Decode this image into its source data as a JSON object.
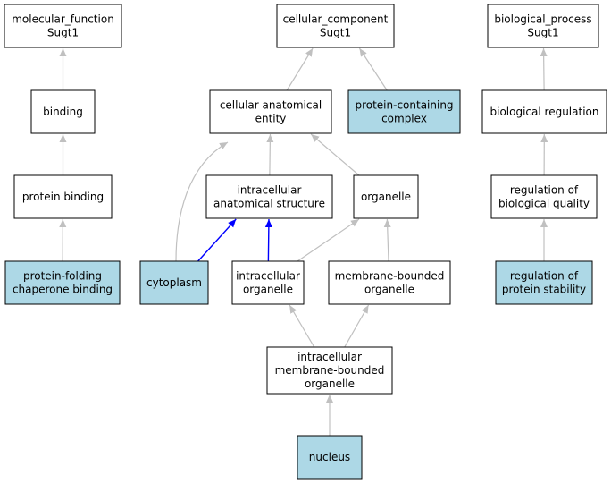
{
  "colors": {
    "highlight": "#add8e6",
    "plain": "#ffffff",
    "edge_gray": "#c0c0c0",
    "edge_blue": "#0000ff"
  },
  "nodes": [
    {
      "id": "mf_root",
      "lines": [
        "molecular_function",
        "Sugt1"
      ],
      "highlight": false
    },
    {
      "id": "cc_root",
      "lines": [
        "cellular_component",
        "Sugt1"
      ],
      "highlight": false
    },
    {
      "id": "bp_root",
      "lines": [
        "biological_process",
        "Sugt1"
      ],
      "highlight": false
    },
    {
      "id": "binding",
      "lines": [
        "binding"
      ],
      "highlight": false
    },
    {
      "id": "cae",
      "lines": [
        "cellular anatomical",
        "entity"
      ],
      "highlight": false
    },
    {
      "id": "pcc",
      "lines": [
        "protein-containing",
        "complex"
      ],
      "highlight": true
    },
    {
      "id": "bioreg",
      "lines": [
        "biological regulation"
      ],
      "highlight": false
    },
    {
      "id": "pbind",
      "lines": [
        "protein binding"
      ],
      "highlight": false
    },
    {
      "id": "ias",
      "lines": [
        "intracellular",
        "anatomical structure"
      ],
      "highlight": false
    },
    {
      "id": "organelle",
      "lines": [
        "organelle"
      ],
      "highlight": false
    },
    {
      "id": "rbq",
      "lines": [
        "regulation of",
        "biological quality"
      ],
      "highlight": false
    },
    {
      "id": "pfcb",
      "lines": [
        "protein-folding",
        "chaperone binding"
      ],
      "highlight": true
    },
    {
      "id": "cyto",
      "lines": [
        "cytoplasm"
      ],
      "highlight": true
    },
    {
      "id": "io",
      "lines": [
        "intracellular",
        "organelle"
      ],
      "highlight": false
    },
    {
      "id": "mbo",
      "lines": [
        "membrane-bounded",
        "organelle"
      ],
      "highlight": false
    },
    {
      "id": "rps",
      "lines": [
        "regulation of",
        "protein stability"
      ],
      "highlight": true
    },
    {
      "id": "imbo",
      "lines": [
        "intracellular",
        "membrane-bounded",
        "organelle"
      ],
      "highlight": false
    },
    {
      "id": "nucleus",
      "lines": [
        "nucleus"
      ],
      "highlight": true
    }
  ],
  "edges": [
    {
      "from": "binding",
      "to": "mf_root",
      "kind": "is_a"
    },
    {
      "from": "pbind",
      "to": "binding",
      "kind": "is_a"
    },
    {
      "from": "pfcb",
      "to": "pbind",
      "kind": "is_a"
    },
    {
      "from": "cae",
      "to": "cc_root",
      "kind": "is_a"
    },
    {
      "from": "pcc",
      "to": "cc_root",
      "kind": "is_a"
    },
    {
      "from": "ias",
      "to": "cae",
      "kind": "is_a"
    },
    {
      "from": "organelle",
      "to": "cae",
      "kind": "is_a"
    },
    {
      "from": "cyto",
      "to": "cae",
      "kind": "is_a"
    },
    {
      "from": "cyto",
      "to": "ias",
      "kind": "part_of"
    },
    {
      "from": "io",
      "to": "ias",
      "kind": "part_of"
    },
    {
      "from": "io",
      "to": "organelle",
      "kind": "is_a"
    },
    {
      "from": "mbo",
      "to": "organelle",
      "kind": "is_a"
    },
    {
      "from": "imbo",
      "to": "io",
      "kind": "is_a"
    },
    {
      "from": "imbo",
      "to": "mbo",
      "kind": "is_a"
    },
    {
      "from": "nucleus",
      "to": "imbo",
      "kind": "is_a"
    },
    {
      "from": "bioreg",
      "to": "bp_root",
      "kind": "is_a"
    },
    {
      "from": "rbq",
      "to": "bioreg",
      "kind": "is_a"
    },
    {
      "from": "rps",
      "to": "rbq",
      "kind": "is_a"
    }
  ]
}
